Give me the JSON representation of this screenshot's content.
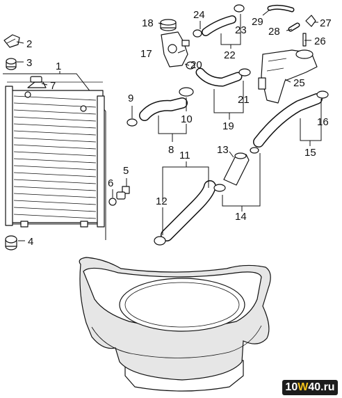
{
  "diagram": {
    "callouts": [
      "1",
      "2",
      "3",
      "4",
      "5",
      "6",
      "7",
      "8",
      "9",
      "10",
      "11",
      "12",
      "13",
      "14",
      "15",
      "16",
      "17",
      "18",
      "19",
      "20",
      "21",
      "22",
      "23",
      "24",
      "25",
      "26",
      "27",
      "28",
      "29"
    ]
  },
  "watermark": {
    "prefix": "10",
    "accent": "W",
    "suffix": "40.ru"
  }
}
